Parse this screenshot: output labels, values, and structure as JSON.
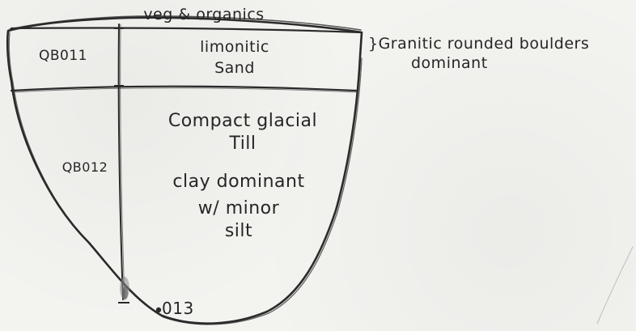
{
  "labels": {
    "top_layer": "veg & organics",
    "unit_upper": "QB011",
    "unit_lower": "QB012",
    "upper_layer_line1": "limonitic",
    "upper_layer_line2": "Sand",
    "side_note_line1": "}Granitic rounded boulders",
    "side_note_line2": "dominant",
    "lower_layer_line1": "Compact glacial",
    "lower_layer_line2": "Till",
    "lower_layer_line3": "clay dominant",
    "lower_layer_line4": "w/ minor",
    "lower_layer_line5": "silt",
    "bottom_sample": "013"
  },
  "colors": {
    "ink": "#2a2a2a",
    "paper": "#f3f3f0",
    "smudge": "#8a8a8a"
  }
}
